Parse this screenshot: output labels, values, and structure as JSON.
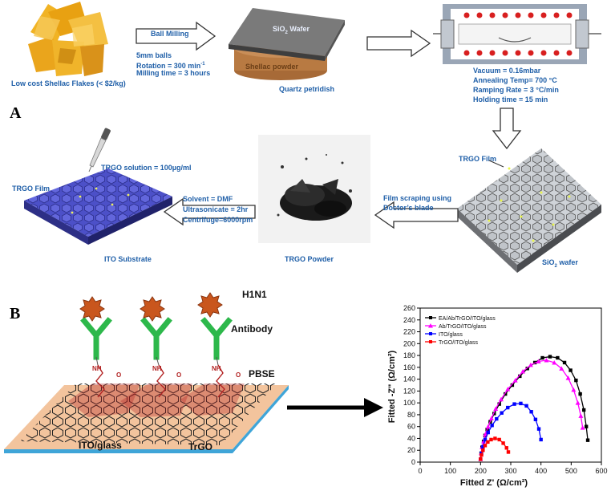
{
  "panels": {
    "a": "A",
    "b": "B"
  },
  "step1": {
    "flakes_label": "Low cost Shellac Flakes (< $2/kg)",
    "ball_milling": "Ball Milling",
    "params": [
      "5mm balls",
      "Rotation = 300 min",
      "Milling time = 3 hours"
    ],
    "rotation_sup": "-1"
  },
  "step2": {
    "wafer_label": "SiO",
    "wafer_sub": "2",
    "wafer_rest": " Wafer",
    "powder_label": "Shellac powder",
    "dish_label": "Quartz petridish"
  },
  "step3": {
    "params": [
      "Vacuum = 0.16mbar",
      "Annealing Temp= 700 °C",
      "Ramping Rate = 3 °C/min",
      "Holding time = 15 min"
    ]
  },
  "step4": {
    "film_label": "TRGO Film",
    "wafer_label": "SiO",
    "wafer_sub": "2",
    "wafer_rest": " wafer"
  },
  "step5": {
    "scrape_1": "Film scraping using",
    "scrape_2": "Doctor’s blade",
    "powder_label": "TRGO Powder"
  },
  "step6": {
    "params": [
      "Solvent = DMF",
      "Ultrasonicate = 2hr",
      "Centrifuge=6000rpm"
    ],
    "solution_label": "TRGO solution = 100µg/ml",
    "film_label": "TRGO Film",
    "substrate_label": "ITO Substrate"
  },
  "bio": {
    "virus_label": "H1N1",
    "antibody_label": "Antibody",
    "linker_label": "PBSE",
    "glass_label": "ITO/glass",
    "trgo_label": "TrGO",
    "nh_label": "NH",
    "o_label": "O"
  },
  "colors": {
    "annotation": "#1f5fa8",
    "antibody": "#2db84b",
    "virus": "#c9561d",
    "linker": "#b22222",
    "substrate": "#f3c49d",
    "substrate_edge": "#3fa5d8",
    "hex_fill": "#5b5fd4",
    "black_series": "#000000",
    "magenta_series": "#ff00ff",
    "blue_series": "#0000ff",
    "red_series": "#ff0000"
  },
  "chart_data": {
    "type": "scatter",
    "title": "",
    "xlabel": "Fitted Z' (Ω/cm²)",
    "ylabel": "Fitted -Z\" (Ω/cm²)",
    "xlim": [
      0,
      600
    ],
    "ylim": [
      0,
      260
    ],
    "xticks": [
      0,
      100,
      200,
      300,
      400,
      500,
      600
    ],
    "yticks": [
      0,
      20,
      40,
      60,
      80,
      100,
      120,
      140,
      160,
      180,
      200,
      220,
      240,
      260
    ],
    "legend_position": "top-left",
    "series": [
      {
        "name": "EA/Ab/TrGO/ITO/glass",
        "color": "#000000",
        "marker": "square",
        "x": [
          200,
          202,
          205,
          210,
          215,
          222,
          232,
          245,
          262,
          282,
          305,
          330,
          355,
          380,
          405,
          430,
          455,
          478,
          498,
          516,
          530,
          542,
          550,
          555
        ],
        "y": [
          5,
          15,
          25,
          35,
          45,
          55,
          68,
          82,
          98,
          115,
          130,
          145,
          158,
          168,
          176,
          178,
          176,
          168,
          155,
          138,
          115,
          88,
          60,
          37
        ]
      },
      {
        "name": "Ab/TrGO/ITO/glass",
        "color": "#ff00ff",
        "marker": "triangle",
        "x": [
          200,
          202,
          205,
          210,
          216,
          225,
          236,
          250,
          268,
          290,
          315,
          340,
          366,
          392,
          418,
          444,
          468,
          490,
          508,
          522,
          532,
          538
        ],
        "y": [
          5,
          15,
          25,
          35,
          47,
          60,
          74,
          90,
          106,
          123,
          138,
          153,
          164,
          170,
          172,
          168,
          158,
          142,
          122,
          100,
          78,
          58
        ]
      },
      {
        "name": "ITO/glass",
        "color": "#0000ff",
        "marker": "square",
        "x": [
          200,
          203,
          208,
          215,
          225,
          238,
          253,
          270,
          290,
          312,
          333,
          352,
          368,
          382,
          393,
          400
        ],
        "y": [
          5,
          15,
          26,
          38,
          50,
          62,
          73,
          83,
          92,
          98,
          99,
          95,
          85,
          72,
          56,
          38
        ]
      },
      {
        "name": "TrGO/ITO/glass",
        "color": "#ff0000",
        "marker": "square",
        "x": [
          200,
          203,
          208,
          215,
          224,
          235,
          248,
          262,
          275,
          286,
          292
        ],
        "y": [
          5,
          12,
          20,
          28,
          34,
          38,
          40,
          38,
          32,
          24,
          17
        ]
      }
    ]
  }
}
